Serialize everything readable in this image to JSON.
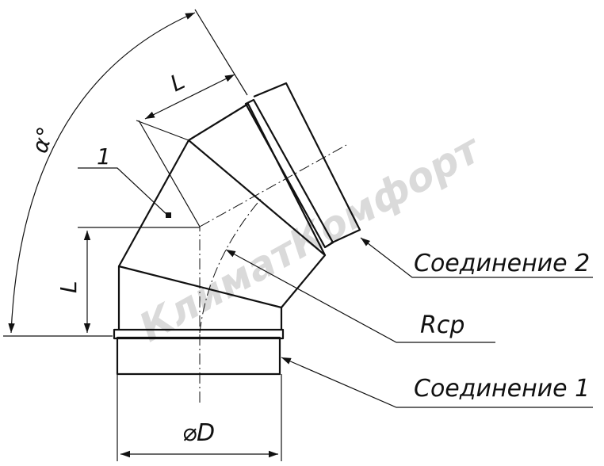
{
  "drawing": {
    "labels": {
      "angle": "α°",
      "length_top": "L",
      "length_left": "L",
      "item_number": "1",
      "connection_2": "Соединение 2",
      "radius": "Rср",
      "connection_1": "Соединение 1",
      "diameter": "⌀D"
    },
    "watermark": "КлиматКомфорт",
    "colors": {
      "line": "#111111",
      "watermark": "#bdbdbd",
      "background": "#ffffff"
    }
  }
}
